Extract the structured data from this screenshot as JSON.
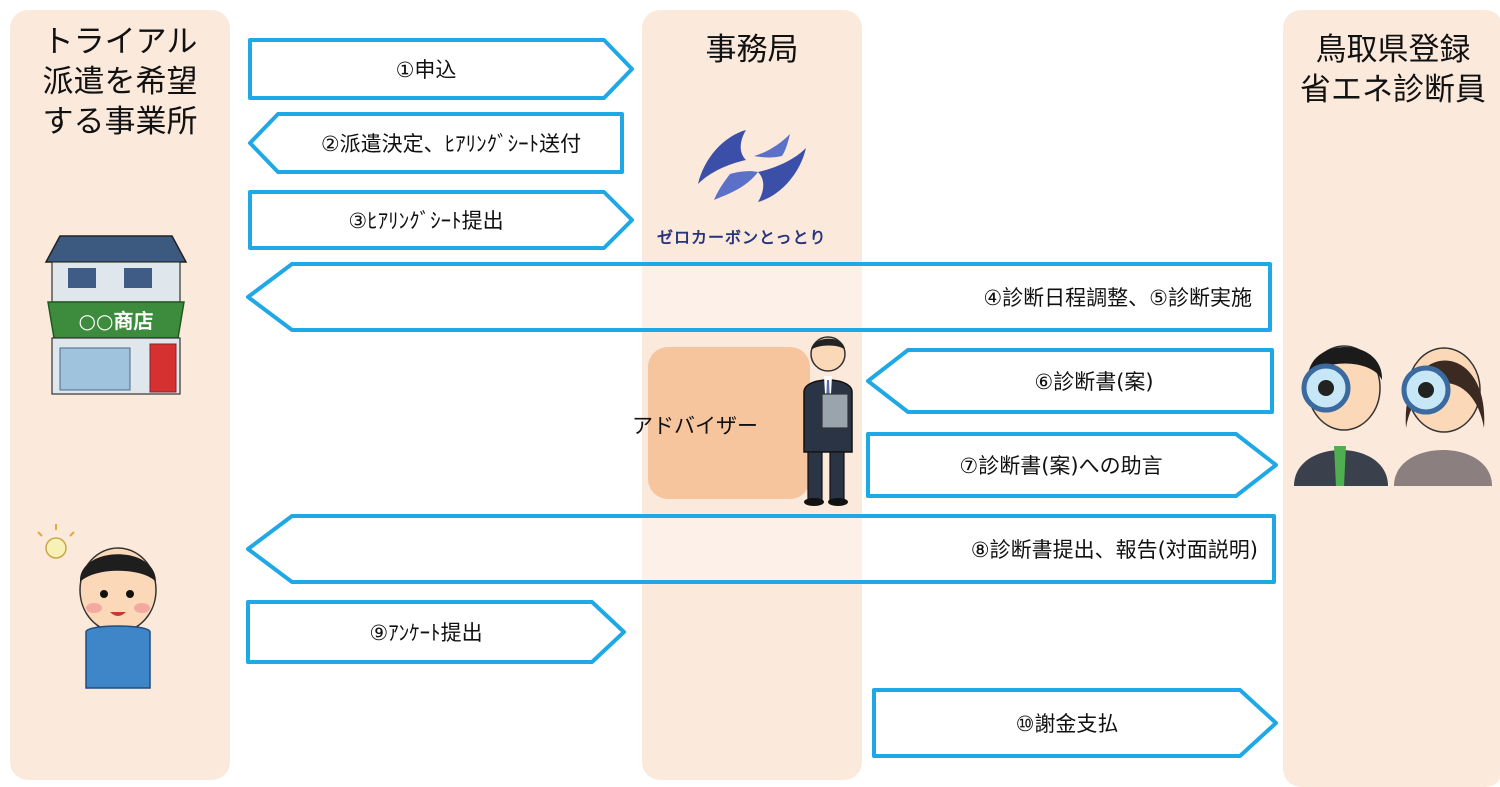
{
  "columns": {
    "applicant": "トライアル\n派遣を希望\nする事業所",
    "secretariat": "事務局",
    "auditor": "鳥取県登録\n省エネ診断員"
  },
  "logo_text": "ゼロカーボンとっとり",
  "advisor_label": "アドバイザー",
  "shop_sign": "○○商店",
  "steps": [
    "①申込",
    "②派遣決定、ﾋｱﾘﾝｸﾞｼｰﾄ送付",
    "③ﾋｱﾘﾝｸﾞｼｰﾄ提出",
    "④診断日程調整、⑤診断実施",
    "⑥診断書(案)",
    "⑦診断書(案)への助言",
    "⑧診断書提出、報告(対面説明)",
    "⑨ｱﾝｹｰﾄ提出",
    "⑩謝金支払"
  ],
  "colors": {
    "arrow_stroke": "#1fa8e6",
    "column_bg": "#fbe9dc",
    "advisor_bg": "#f6c49d",
    "logo_blue": "#3b4fa8"
  }
}
